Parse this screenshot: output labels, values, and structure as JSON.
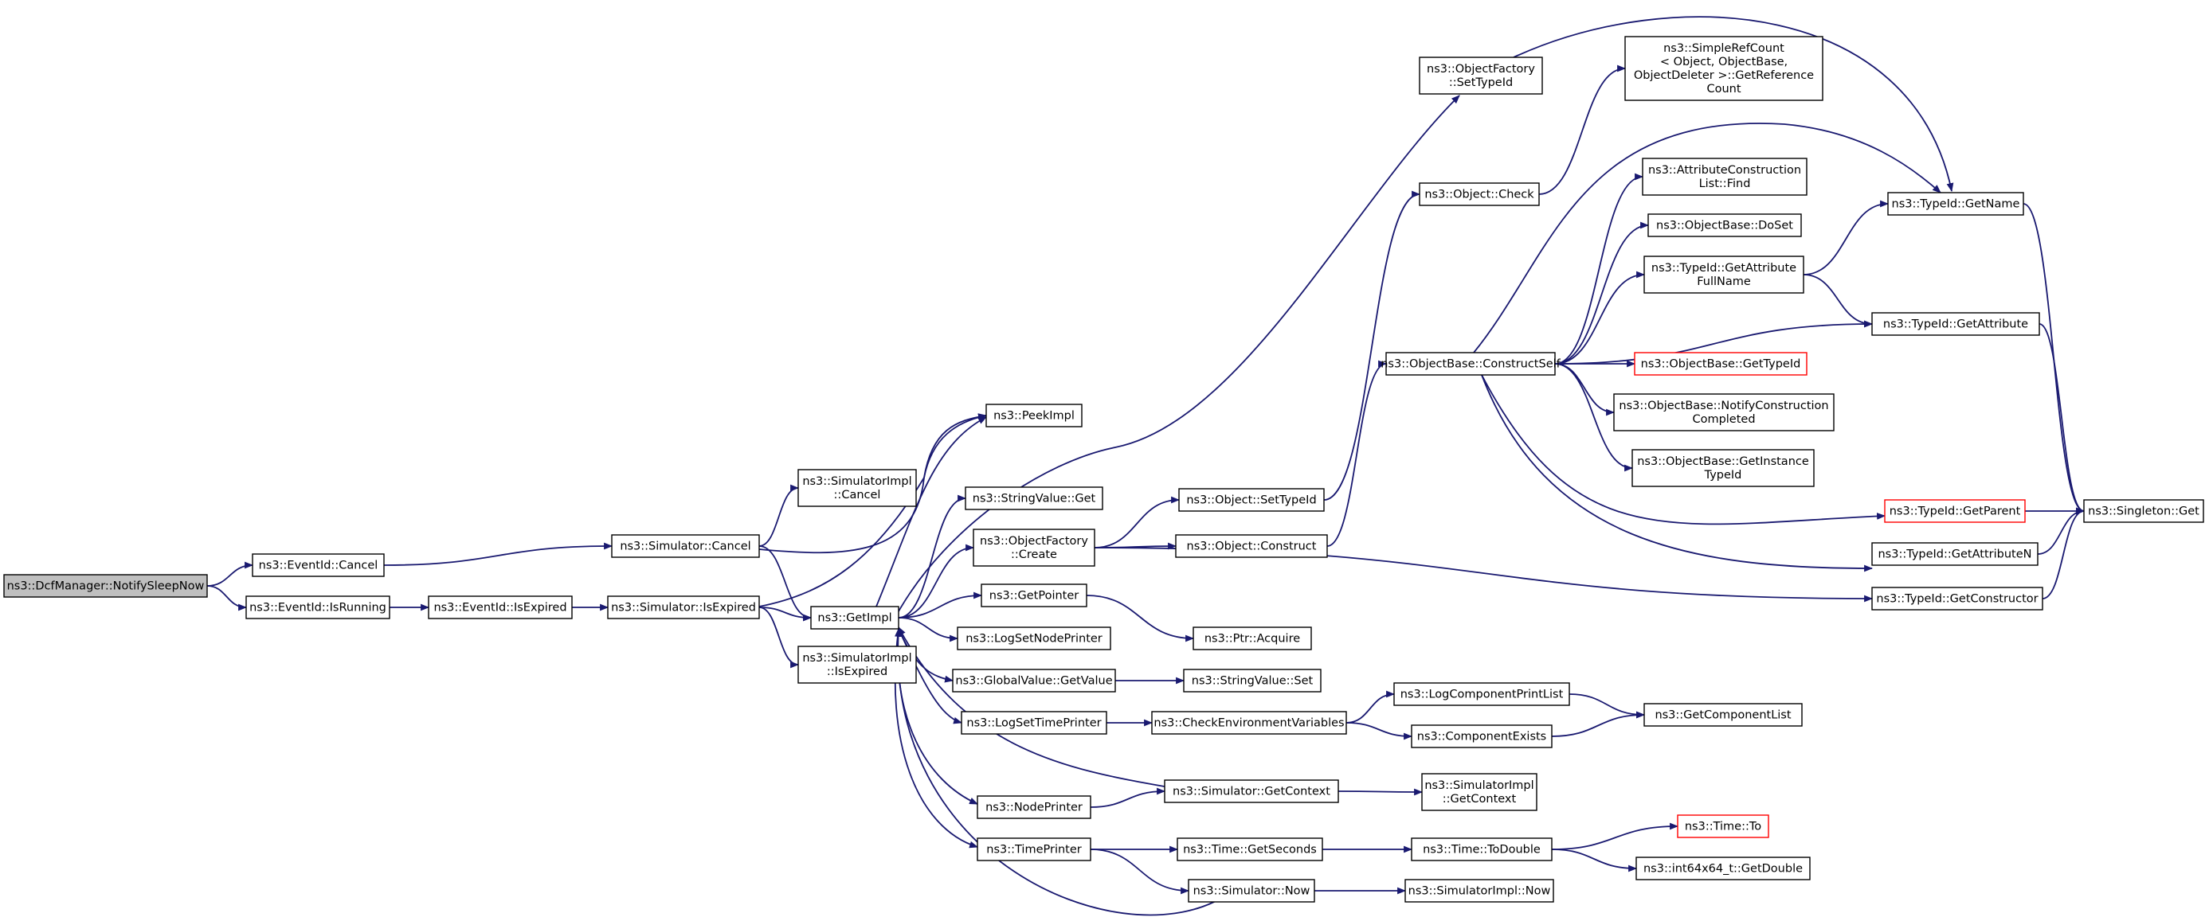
{
  "graph": {
    "root": "dcf_notify",
    "nodes": [
      {
        "id": "dcf_notify",
        "lines": [
          "ns3::DcfManager::NotifySleepNow"
        ],
        "style": "root"
      },
      {
        "id": "eid_cancel",
        "lines": [
          "ns3::EventId::Cancel"
        ]
      },
      {
        "id": "eid_isrunning",
        "lines": [
          "ns3::EventId::IsRunning"
        ]
      },
      {
        "id": "eid_isexpired",
        "lines": [
          "ns3::EventId::IsExpired"
        ]
      },
      {
        "id": "sim_cancel",
        "lines": [
          "ns3::Simulator::Cancel"
        ]
      },
      {
        "id": "sim_isexpired",
        "lines": [
          "ns3::Simulator::IsExpired"
        ]
      },
      {
        "id": "simimpl_cancel",
        "lines": [
          "ns3::SimulatorImpl",
          "::Cancel"
        ]
      },
      {
        "id": "simimpl_isexpired",
        "lines": [
          "ns3::SimulatorImpl",
          "::IsExpired"
        ]
      },
      {
        "id": "getimpl",
        "lines": [
          "ns3::GetImpl"
        ]
      },
      {
        "id": "peekimpl",
        "lines": [
          "ns3::PeekImpl"
        ]
      },
      {
        "id": "stringvalue_get",
        "lines": [
          "ns3::StringValue::Get"
        ]
      },
      {
        "id": "objfactory_create",
        "lines": [
          "ns3::ObjectFactory",
          "::Create"
        ]
      },
      {
        "id": "getpointer",
        "lines": [
          "ns3::GetPointer"
        ]
      },
      {
        "id": "logsetnodeprinter",
        "lines": [
          "ns3::LogSetNodePrinter"
        ]
      },
      {
        "id": "globalvalue_getvalue",
        "lines": [
          "ns3::GlobalValue::GetValue"
        ]
      },
      {
        "id": "logsettimeprinter",
        "lines": [
          "ns3::LogSetTimePrinter"
        ]
      },
      {
        "id": "nodeprinter",
        "lines": [
          "ns3::NodePrinter"
        ]
      },
      {
        "id": "timeprinter",
        "lines": [
          "ns3::TimePrinter"
        ]
      },
      {
        "id": "object_settypeid",
        "lines": [
          "ns3::Object::SetTypeId"
        ]
      },
      {
        "id": "object_construct",
        "lines": [
          "ns3::Object::Construct"
        ]
      },
      {
        "id": "ptr_acquire",
        "lines": [
          "ns3::Ptr::Acquire"
        ]
      },
      {
        "id": "stringvalue_set",
        "lines": [
          "ns3::StringValue::Set"
        ]
      },
      {
        "id": "checkenv",
        "lines": [
          "ns3::CheckEnvironmentVariables"
        ]
      },
      {
        "id": "sim_getcontext",
        "lines": [
          "ns3::Simulator::GetContext"
        ]
      },
      {
        "id": "time_getseconds",
        "lines": [
          "ns3::Time::GetSeconds"
        ]
      },
      {
        "id": "sim_now",
        "lines": [
          "ns3::Simulator::Now"
        ]
      },
      {
        "id": "objfactory_settypeid",
        "lines": [
          "ns3::ObjectFactory",
          "::SetTypeId"
        ]
      },
      {
        "id": "object_check",
        "lines": [
          "ns3::Object::Check"
        ]
      },
      {
        "id": "objbase_constructself",
        "lines": [
          "ns3::ObjectBase::ConstructSelf"
        ]
      },
      {
        "id": "logcomponentprintlist",
        "lines": [
          "ns3::LogComponentPrintList"
        ]
      },
      {
        "id": "componentexists",
        "lines": [
          "ns3::ComponentExists"
        ]
      },
      {
        "id": "simimpl_getcontext",
        "lines": [
          "ns3::SimulatorImpl",
          "::GetContext"
        ]
      },
      {
        "id": "time_todouble",
        "lines": [
          "ns3::Time::ToDouble"
        ]
      },
      {
        "id": "simimpl_now",
        "lines": [
          "ns3::SimulatorImpl::Now"
        ]
      },
      {
        "id": "simplerefcount",
        "lines": [
          "ns3::SimpleRefCount",
          "< Object, ObjectBase,",
          "ObjectDeleter >::GetReference",
          "Count"
        ]
      },
      {
        "id": "attrconstr_find",
        "lines": [
          "ns3::AttributeConstruction",
          "List::Find"
        ]
      },
      {
        "id": "objbase_doset",
        "lines": [
          "ns3::ObjectBase::DoSet"
        ]
      },
      {
        "id": "typeid_getattrfullname",
        "lines": [
          "ns3::TypeId::GetAttribute",
          "FullName"
        ]
      },
      {
        "id": "objbase_gettypeid",
        "lines": [
          "ns3::ObjectBase::GetTypeId"
        ],
        "style": "red"
      },
      {
        "id": "objbase_notifyconstr",
        "lines": [
          "ns3::ObjectBase::NotifyConstruction",
          "Completed"
        ]
      },
      {
        "id": "objbase_getinstancetypeid",
        "lines": [
          "ns3::ObjectBase::GetInstance",
          "TypeId"
        ]
      },
      {
        "id": "getcomponentlist",
        "lines": [
          "ns3::GetComponentList"
        ]
      },
      {
        "id": "time_to",
        "lines": [
          "ns3::Time::To"
        ],
        "style": "red"
      },
      {
        "id": "int64_getdouble",
        "lines": [
          "ns3::int64x64_t::GetDouble"
        ]
      },
      {
        "id": "typeid_getname",
        "lines": [
          "ns3::TypeId::GetName"
        ]
      },
      {
        "id": "typeid_getattribute",
        "lines": [
          "ns3::TypeId::GetAttribute"
        ]
      },
      {
        "id": "typeid_getparent",
        "lines": [
          "ns3::TypeId::GetParent"
        ],
        "style": "red"
      },
      {
        "id": "typeid_getattributen",
        "lines": [
          "ns3::TypeId::GetAttributeN"
        ]
      },
      {
        "id": "typeid_getconstructor",
        "lines": [
          "ns3::TypeId::GetConstructor"
        ]
      },
      {
        "id": "singleton_get",
        "lines": [
          "ns3::Singleton::Get"
        ]
      }
    ],
    "edges": [
      [
        "dcf_notify",
        "eid_cancel"
      ],
      [
        "dcf_notify",
        "eid_isrunning"
      ],
      [
        "eid_cancel",
        "sim_cancel"
      ],
      [
        "eid_isrunning",
        "eid_isexpired"
      ],
      [
        "eid_isexpired",
        "sim_isexpired"
      ],
      [
        "sim_cancel",
        "simimpl_cancel"
      ],
      [
        "sim_cancel",
        "getimpl"
      ],
      [
        "sim_cancel",
        "peekimpl"
      ],
      [
        "sim_isexpired",
        "getimpl"
      ],
      [
        "sim_isexpired",
        "simimpl_isexpired"
      ],
      [
        "sim_isexpired",
        "peekimpl"
      ],
      [
        "getimpl",
        "peekimpl"
      ],
      [
        "getimpl",
        "stringvalue_get"
      ],
      [
        "getimpl",
        "objfactory_create"
      ],
      [
        "getimpl",
        "getpointer"
      ],
      [
        "getimpl",
        "logsetnodeprinter"
      ],
      [
        "getimpl",
        "globalvalue_getvalue"
      ],
      [
        "getimpl",
        "logsettimeprinter"
      ],
      [
        "getimpl",
        "nodeprinter"
      ],
      [
        "getimpl",
        "timeprinter"
      ],
      [
        "getimpl",
        "objfactory_settypeid"
      ],
      [
        "objfactory_create",
        "object_settypeid"
      ],
      [
        "objfactory_create",
        "object_construct"
      ],
      [
        "objfactory_create",
        "typeid_getconstructor"
      ],
      [
        "getpointer",
        "ptr_acquire"
      ],
      [
        "globalvalue_getvalue",
        "stringvalue_set"
      ],
      [
        "logsettimeprinter",
        "checkenv"
      ],
      [
        "nodeprinter",
        "sim_getcontext"
      ],
      [
        "timeprinter",
        "time_getseconds"
      ],
      [
        "timeprinter",
        "sim_now"
      ],
      [
        "object_settypeid",
        "object_check"
      ],
      [
        "object_construct",
        "objbase_constructself"
      ],
      [
        "checkenv",
        "logcomponentprintlist"
      ],
      [
        "checkenv",
        "componentexists"
      ],
      [
        "sim_getcontext",
        "getimpl"
      ],
      [
        "sim_getcontext",
        "simimpl_getcontext"
      ],
      [
        "time_getseconds",
        "time_todouble"
      ],
      [
        "sim_now",
        "getimpl"
      ],
      [
        "sim_now",
        "simimpl_now"
      ],
      [
        "object_check",
        "simplerefcount"
      ],
      [
        "objbase_constructself",
        "attrconstr_find"
      ],
      [
        "objbase_constructself",
        "objbase_doset"
      ],
      [
        "objbase_constructself",
        "typeid_getattrfullname"
      ],
      [
        "objbase_constructself",
        "objbase_gettypeid"
      ],
      [
        "objbase_constructself",
        "objbase_notifyconstr"
      ],
      [
        "objbase_constructself",
        "objbase_getinstancetypeid"
      ],
      [
        "objbase_constructself",
        "typeid_getname"
      ],
      [
        "objbase_constructself",
        "typeid_getattribute"
      ],
      [
        "objbase_constructself",
        "typeid_getparent"
      ],
      [
        "objbase_constructself",
        "typeid_getattributen"
      ],
      [
        "logcomponentprintlist",
        "getcomponentlist"
      ],
      [
        "componentexists",
        "getcomponentlist"
      ],
      [
        "time_todouble",
        "time_to"
      ],
      [
        "time_todouble",
        "int64_getdouble"
      ],
      [
        "objfactory_settypeid",
        "typeid_getname"
      ],
      [
        "typeid_getattrfullname",
        "typeid_getname"
      ],
      [
        "typeid_getattrfullname",
        "typeid_getattribute"
      ],
      [
        "typeid_getname",
        "singleton_get"
      ],
      [
        "typeid_getattribute",
        "singleton_get"
      ],
      [
        "typeid_getparent",
        "singleton_get"
      ],
      [
        "typeid_getattributen",
        "singleton_get"
      ],
      [
        "typeid_getconstructor",
        "singleton_get"
      ]
    ]
  },
  "colors": {
    "edge": "#191970",
    "node_border": "#000000",
    "node_fill": "#ffffff",
    "root_fill": "#bfbfbf",
    "undocumented_border": "#ff0000"
  }
}
